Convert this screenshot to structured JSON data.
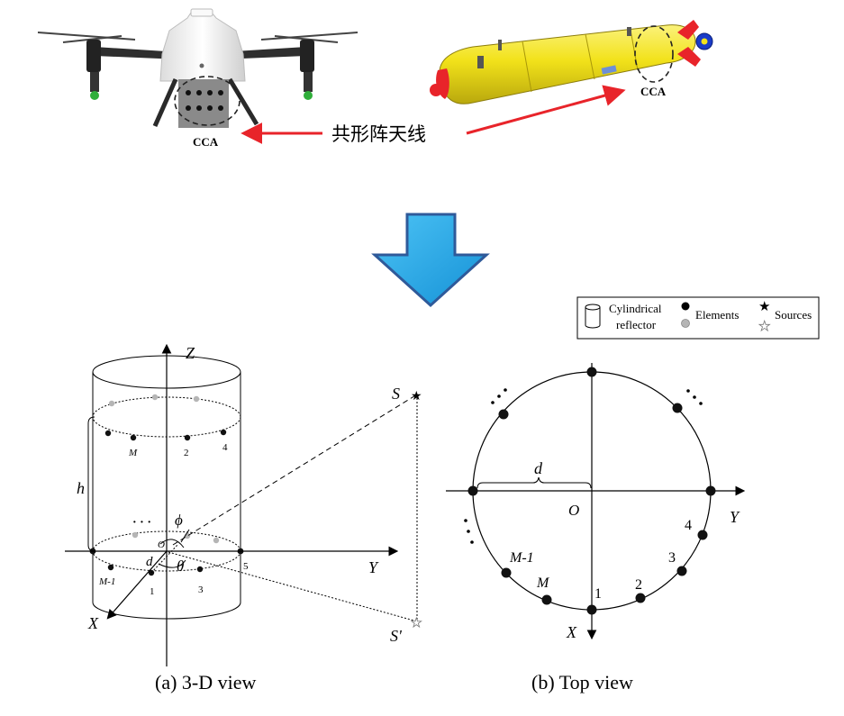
{
  "top": {
    "cca_left": "CCA",
    "cca_right": "CCA",
    "antenna_label": "共形阵天线"
  },
  "view3d": {
    "axis_z": "Z",
    "axis_y": "Y",
    "axis_x": "X",
    "label_h": "h",
    "label_s": "S",
    "label_s_prime": "S'",
    "label_o": "O",
    "label_d": "d",
    "label_phi": "ϕ",
    "label_theta": "θ",
    "upper_m": "M",
    "upper_2": "2",
    "upper_4": "4",
    "lower_m1": "M-1",
    "lower_1": "1",
    "lower_3": "3",
    "lower_5": "5",
    "dots": "· · ·",
    "caption": "(a) 3-D view"
  },
  "topview": {
    "label_d": "d",
    "label_o": "O",
    "axis_y": "Y",
    "axis_x": "X",
    "el_1": "1",
    "el_2": "2",
    "el_3": "3",
    "el_4": "4",
    "el_m": "M",
    "el_m1": "M-1",
    "caption": "(b) Top view"
  },
  "legend": {
    "reflector_line1": "Cylindrical",
    "reflector_line2": "reflector",
    "elements": "Elements",
    "sources": "Sources"
  },
  "colors": {
    "drone_arm": "#2a2a2a",
    "drone_body": "#f4f4f4",
    "auv_body": "#f2e21a",
    "auv_nose": "#e8242a",
    "arrow_red": "#e8242a",
    "big_arrow": "#1ea8e6",
    "big_arrow_edge": "#2f5a9a",
    "element_fill": "#111111",
    "element_ghost": "#b5b5b5"
  }
}
